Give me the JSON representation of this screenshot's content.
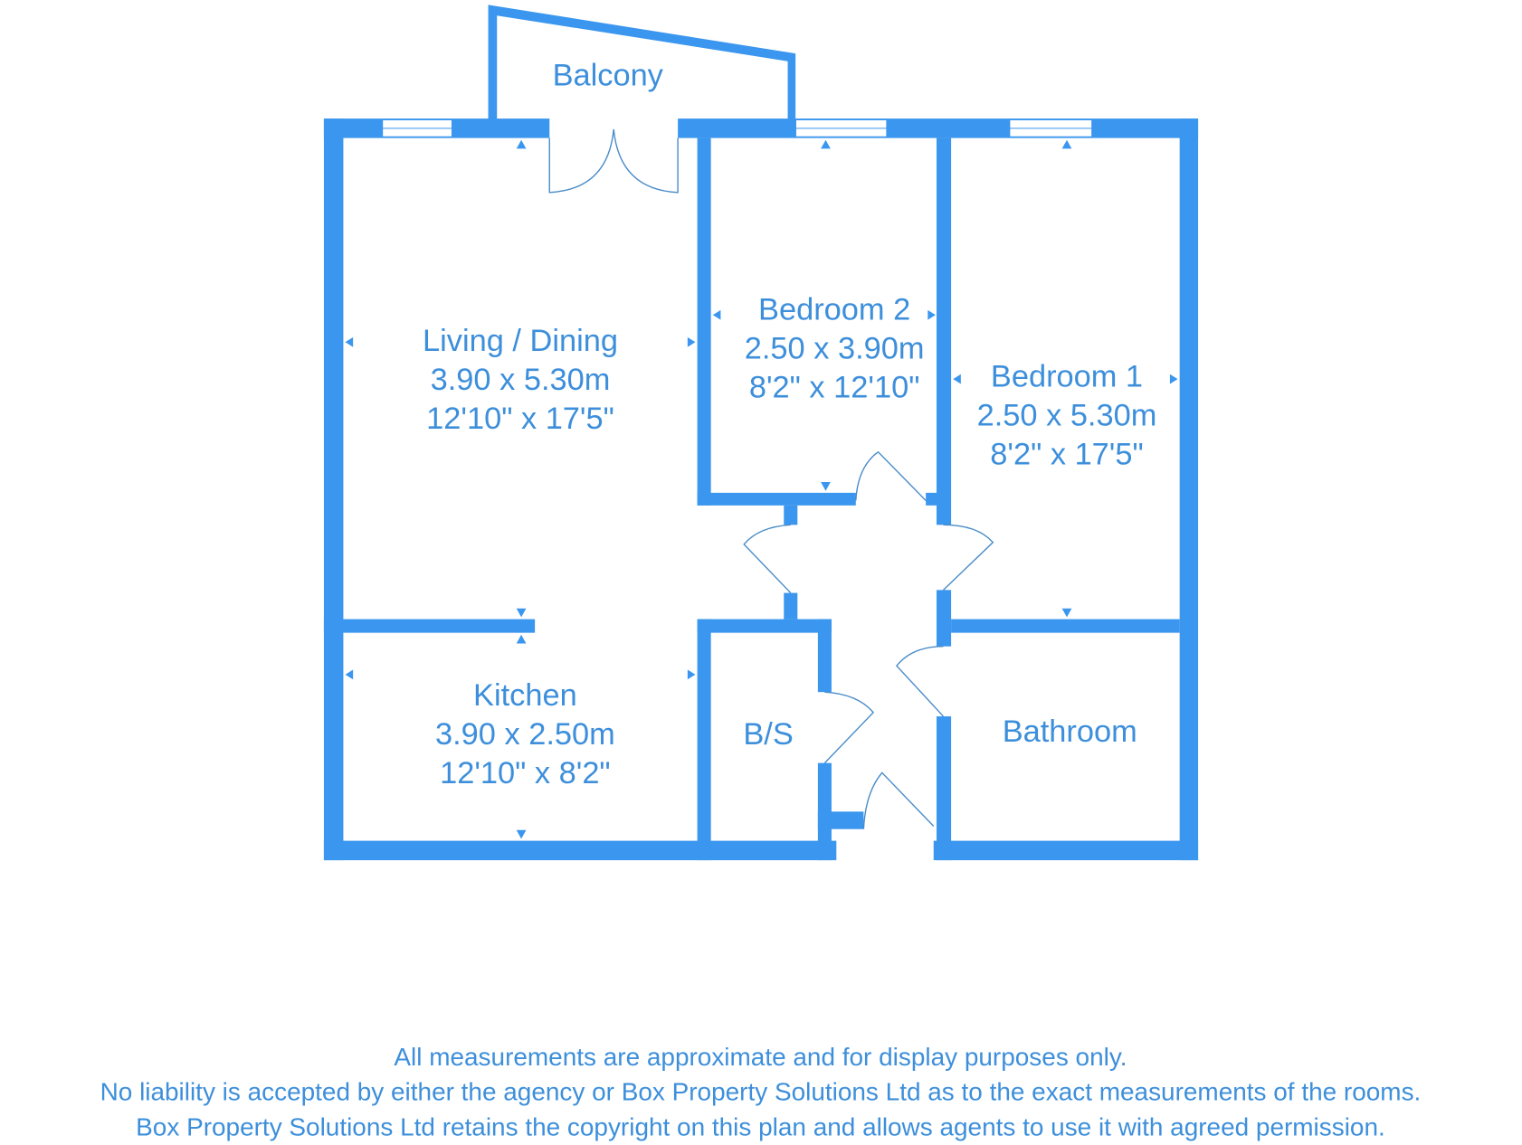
{
  "colors": {
    "wall": "#3a96ee",
    "text": "#3d8fdb"
  },
  "rooms": {
    "balcony": {
      "name": "Balcony"
    },
    "living": {
      "name": "Living / Dining",
      "metric": "3.90 x 5.30m",
      "imperial": "12'10\" x 17'5\""
    },
    "bedroom2": {
      "name": "Bedroom 2",
      "metric": "2.50 x 3.90m",
      "imperial": "8'2\" x 12'10\""
    },
    "bedroom1": {
      "name": "Bedroom 1",
      "metric": "2.50 x 5.30m",
      "imperial": "8'2\" x 17'5\""
    },
    "kitchen": {
      "name": "Kitchen",
      "metric": "3.90 x 2.50m",
      "imperial": "12'10\" x 8'2\""
    },
    "bs": {
      "name": "B/S"
    },
    "bathroom": {
      "name": "Bathroom"
    }
  },
  "disclaimer": [
    "All measurements are approximate and for display purposes only.",
    "No liability is accepted by either the agency or Box Property Solutions Ltd as to the exact measurements of the rooms.",
    "Box Property Solutions Ltd retains the copyright on this plan and allows agents to use it with agreed permission."
  ]
}
